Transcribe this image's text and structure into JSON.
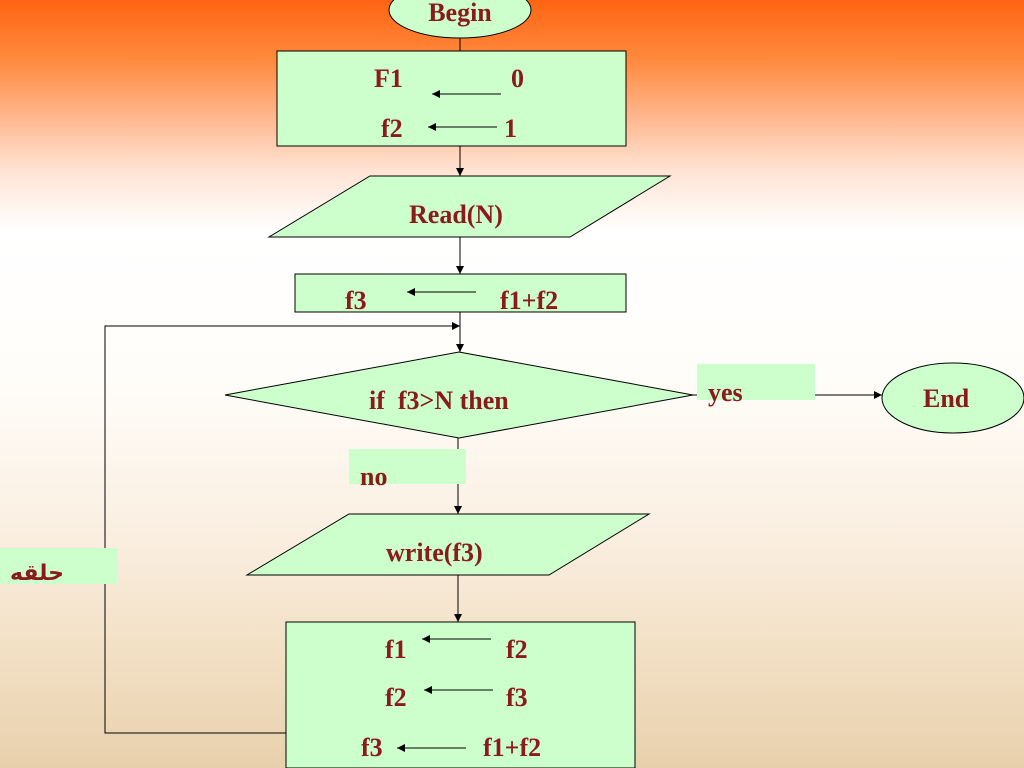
{
  "begin": {
    "label": "Begin"
  },
  "init": {
    "row1": {
      "left": "F1",
      "right": "0"
    },
    "row2": {
      "left": "f2",
      "right": "1"
    }
  },
  "read": {
    "label": "Read(N)"
  },
  "compute": {
    "left": "f3",
    "right": "f1+f2"
  },
  "decision": {
    "label": "if  f3>N then"
  },
  "yes_label": "yes",
  "no_label": "no",
  "end": {
    "label": "End"
  },
  "write": {
    "label": "write(f3)"
  },
  "loop_label": "حلقه",
  "update": {
    "row1": {
      "left": "f1",
      "right": "f2"
    },
    "row2": {
      "left": "f2",
      "right": "f3"
    },
    "row3": {
      "left": "f3",
      "right": "f1+f2"
    }
  },
  "colors": {
    "shape_fill": "#ccffcc",
    "text": "#8b1a1a",
    "line": "#000000"
  }
}
